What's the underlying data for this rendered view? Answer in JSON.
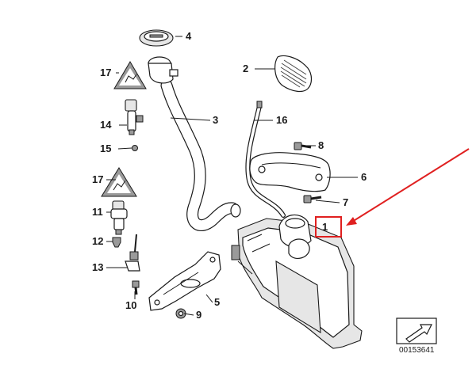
{
  "callouts": {
    "c1": "1",
    "c2": "2",
    "c3": "3",
    "c4": "4",
    "c5": "5",
    "c6": "6",
    "c7": "7",
    "c8": "8",
    "c9": "9",
    "c10": "10",
    "c11": "11",
    "c12": "12",
    "c13": "13",
    "c14": "14",
    "c15": "15",
    "c16": "16",
    "c17a": "17",
    "c17b": "17"
  },
  "reference_number": "00153641",
  "colors": {
    "highlight": "#e02020",
    "ink": "#1a1a1a",
    "background": "#ffffff"
  }
}
